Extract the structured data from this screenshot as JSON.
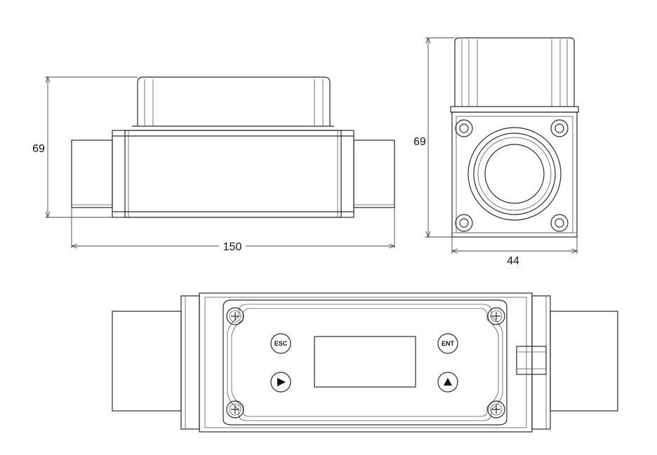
{
  "dimensions": {
    "side_height": "69",
    "side_length": "150",
    "end_height": "69",
    "end_width": "44"
  },
  "front_panel": {
    "buttons": {
      "esc": "ESC",
      "ent": "ENT",
      "right_arrow_icon": "play-right-triangle",
      "up_arrow_icon": "up-triangle"
    }
  },
  "colors": {
    "line": "#2a2a2a",
    "background": "#ffffff"
  }
}
